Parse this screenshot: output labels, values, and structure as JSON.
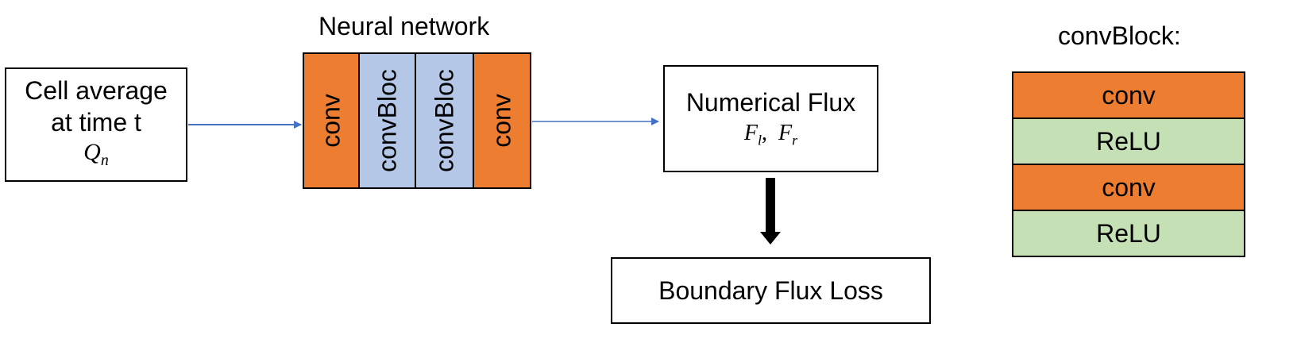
{
  "input_box": {
    "line1": "Cell average",
    "line2": "at time t",
    "symbol_main": "Q",
    "symbol_sub": "n"
  },
  "neural_network": {
    "title": "Neural network",
    "layers": [
      "conv",
      "convBloc",
      "convBloc",
      "conv"
    ]
  },
  "flux_box": {
    "title": "Numerical Flux",
    "fl_main": "F",
    "fl_sub": "l",
    "separator": ",",
    "fr_main": "F",
    "fr_sub": "r"
  },
  "loss_box": {
    "label": "Boundary Flux Loss"
  },
  "conv_block": {
    "title": "convBlock:",
    "rows": [
      "conv",
      "ReLU",
      "conv",
      "ReLU"
    ]
  },
  "colors": {
    "conv": "#ed7d31",
    "convblock": "#b4c7e7",
    "relu": "#c5e0b4",
    "arrow": "#4472c4"
  }
}
